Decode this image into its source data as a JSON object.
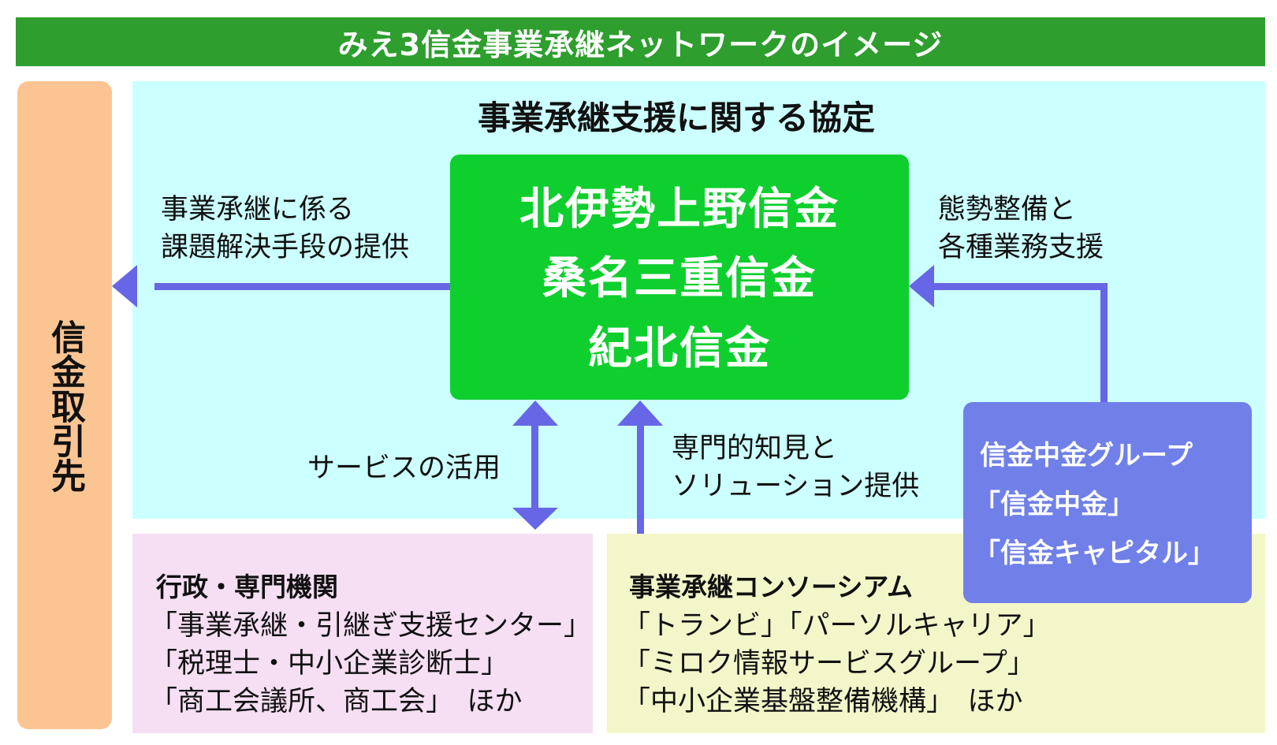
{
  "title": "みえ3信金事業承継ネットワークのイメージ",
  "customers": "信金取引先",
  "agreement_title": "事業承継支援に関する協定",
  "banks": [
    "北伊勢上野信金",
    "桑名三重信金",
    "紀北信金"
  ],
  "left_arrow_label": [
    "事業承継に係る",
    "課題解決手段の提供"
  ],
  "right_arrow_label": [
    "態勢整備と",
    "各種業務支援"
  ],
  "service_label": "サービスの活用",
  "expertise_label": [
    "専門的知見と",
    "ソリューション提供"
  ],
  "shinkin_group": [
    "信金中金グループ",
    "「信金中金」",
    "「信金キャピタル」"
  ],
  "gov": {
    "heading": "行政・専門機関",
    "lines": [
      "「事業承継・引継ぎ支援センター」",
      "「税理士・中小企業診断士」",
      "「商工会議所、商工会」　ほか"
    ]
  },
  "consortium": {
    "heading": "事業承継コンソーシアム",
    "lines": [
      "「トランビ」「パーソルキャリア」",
      "「ミロク情報サービスグループ」",
      "「中小企業基盤整備機構」　ほか"
    ]
  },
  "colors": {
    "title_bar": "#2e9e2e",
    "customers": "#fbc593",
    "agreement_area": "#ccffff",
    "banks_box": "#0ecf2e",
    "gov_box": "#f6dff3",
    "consortium_box": "#f3f6c9",
    "shinkin_group_box": "#7080e8",
    "arrow": "#6666e6"
  }
}
